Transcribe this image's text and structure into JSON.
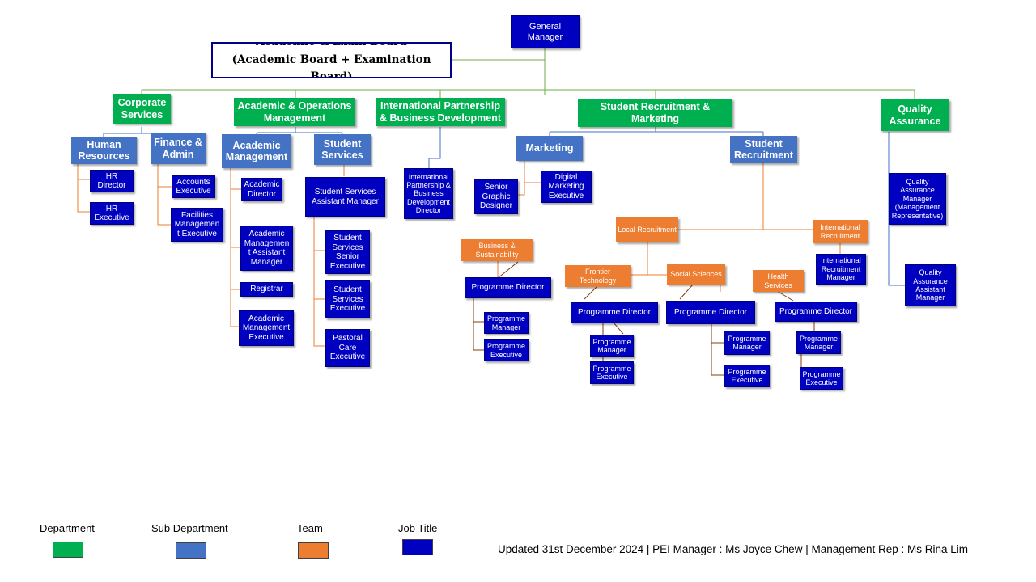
{
  "general_manager": "General Manager",
  "board": {
    "line1": "Academic & Exam Board",
    "line2": "(Academic Board + Examination Board)"
  },
  "departments": {
    "corporate": "Corporate Services",
    "academic_ops": "Academic & Operations Management",
    "international": "International Partnership & Business Development",
    "recruitment_marketing": "Student Recruitment & Marketing",
    "quality": "Quality Assurance"
  },
  "sub_departments": {
    "human_resources": "Human Resources",
    "finance_admin": "Finance & Admin",
    "academic_management": "Academic Management",
    "student_services": "Student Services",
    "marketing": "Marketing",
    "student_recruitment": "Student Recruitment"
  },
  "teams": {
    "local_recruitment": "Local Recruitment",
    "international_recruitment": "International Recruitment",
    "business_sustainability": "Business & Sustainability",
    "frontier_technology": "Frontier Technology",
    "social_sciences": "Social Sciences",
    "health_services": "Health Services"
  },
  "jobs": {
    "hr_director": "HR Director",
    "hr_executive": "HR Executive",
    "accounts_executive": "Accounts Executive",
    "facilities_management_executive": "Facilities Managemen t Executive",
    "academic_director": "Academic Director",
    "academic_management_assistant_manager": "Academic Managemen t Assistant Manager",
    "registrar": "Registrar",
    "academic_management_executive": "Academic Management Executive",
    "student_services_assistant_manager": "Student Services Assistant Manager",
    "student_services_senior_executive": "Student Services Senior Executive",
    "student_services_executive": "Student Services Executive",
    "pastoral_care_executive": "Pastoral Care Executive",
    "ipbd_director": "International Partnership & Business Development Director",
    "senior_graphic_designer": "Senior Graphic Designer",
    "digital_marketing_executive": "Digital Marketing Executive",
    "international_recruitment_manager": "International Recruitment Manager",
    "qa_manager": "Quality Assurance Manager (Management Representative)",
    "qa_assistant_manager": "Quality Assurance Assistant Manager",
    "bs_programme_director": "Programme Director",
    "bs_programme_manager": "Programme Manager",
    "bs_programme_executive": "Programme Executive",
    "ft_programme_director": "Programme Director",
    "ft_programme_manager": "Programme Manager",
    "ft_programme_executive": "Programme Executive",
    "ss_programme_director": "Programme Director",
    "ss_programme_manager": "Programme Manager",
    "ss_programme_executive": "Programme Executive",
    "hs_programme_director": "Programme Director",
    "hs_programme_manager": "Programme Manager",
    "hs_programme_executive": "Programme Executive"
  },
  "legend": [
    {
      "label": "Department",
      "color": "#00b050"
    },
    {
      "label": "Sub Department",
      "color": "#4472c4"
    },
    {
      "label": "Team",
      "color": "#ed7d31"
    },
    {
      "label": "Job Title",
      "color": "#0000c0"
    }
  ],
  "footer": "Updated 31st December 2024 | PEI Manager : Ms Joyce Chew | Management  Rep : Ms Rina Lim",
  "colors": {
    "department": "#00b050",
    "sub_department": "#4472c4",
    "team": "#ed7d31",
    "job_title": "#0000c0",
    "line_green": "#70ad47",
    "line_blue": "#4472c4",
    "line_orange": "#ed7d31",
    "line_brown": "#843c0c"
  }
}
